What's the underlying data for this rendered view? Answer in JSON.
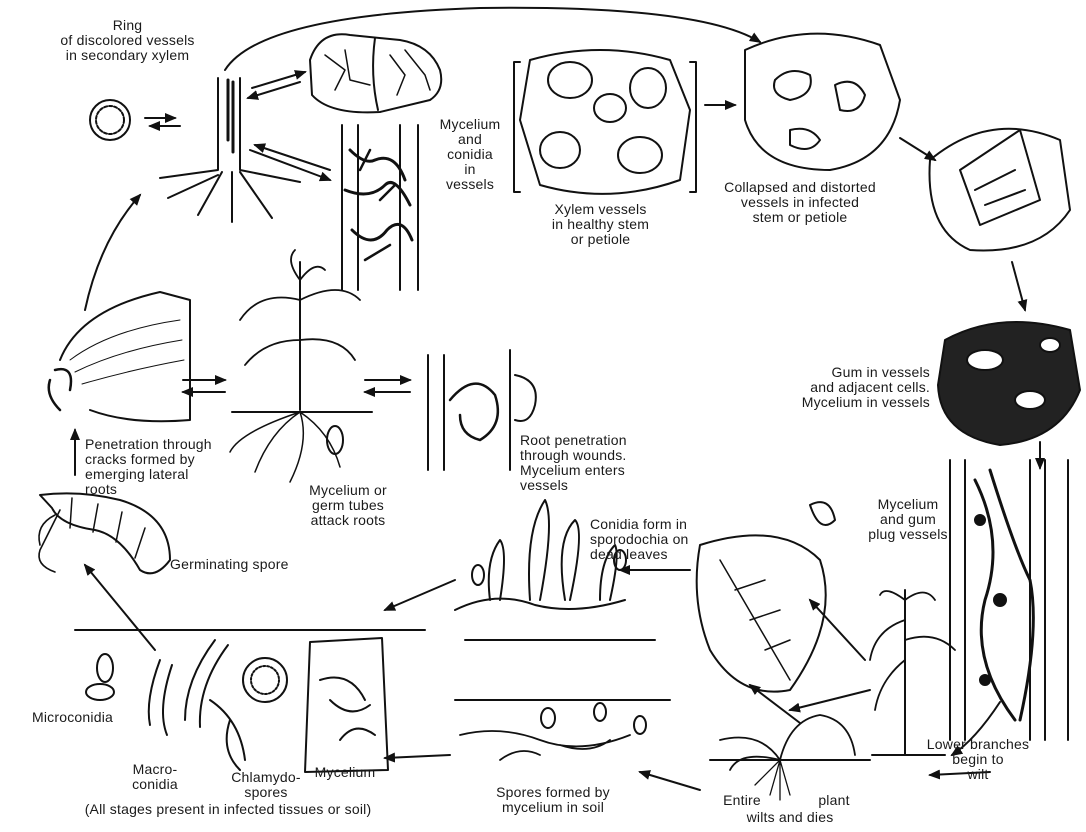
{
  "labels": {
    "ring": "Ring\nof discolored vessels\nin secondary xylem",
    "mycelium_conidia": "Mycelium\nand\nconidia\nin\nvessels",
    "xylem_healthy": "Xylem vessels\nin healthy stem\nor petiole",
    "collapsed": "Collapsed and distorted\nvessels in infected\nstem or petiole",
    "gum": "Gum in vessels\nand adjacent cells.\nMycelium in vessels",
    "penetration_cracks": "Penetration through\ncracks formed by\nemerging lateral\nroots",
    "germ_tubes": "Mycelium or\ngerm tubes\nattack roots",
    "root_penetration": "Root penetration\nthrough wounds.\nMycelium enters\nvessels",
    "mycelium_gum": "Mycelium\nand gum\nplug vessels",
    "conidia_form": "Conidia form in\nsporodochia on\ndead leaves",
    "germinating": "Germinating spore",
    "microconidia": "Microconidia",
    "macroconidia": "Macro-\nconidia",
    "chlamydospores": "Chlamydo-\nspores",
    "mycelium": "Mycelium",
    "all_stages": "(All stages present in infected tissues or soil)",
    "spores_formed": "Spores formed by\nmycelium    in soil",
    "entire_plant_a": "Entire",
    "entire_plant_b": "plant",
    "wilts_dies": "wilts and dies",
    "lower_branches": "Lower branches\nbegin to\nwilt"
  }
}
